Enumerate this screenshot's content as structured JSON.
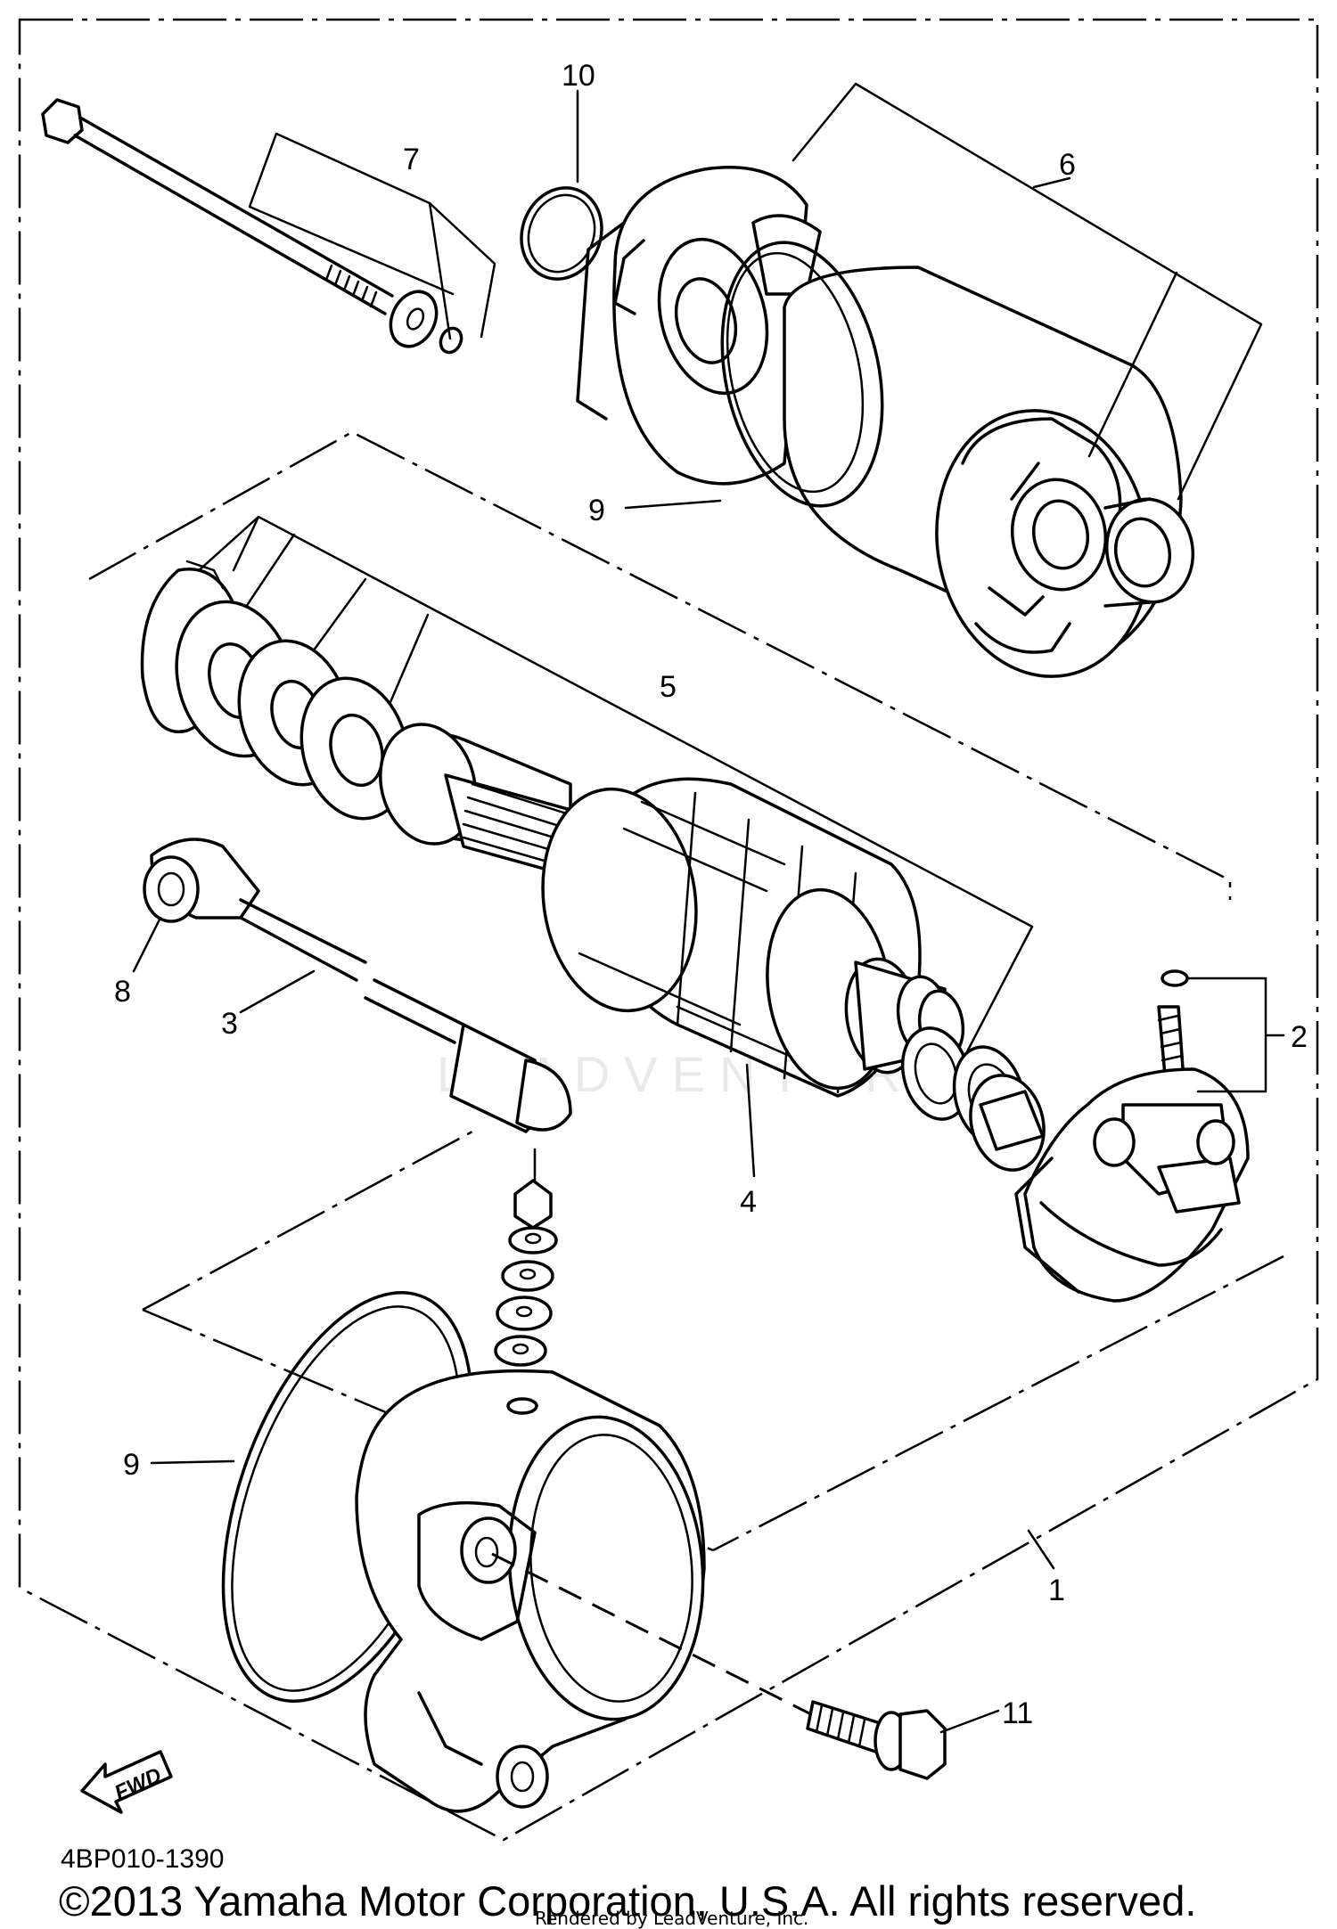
{
  "diagram": {
    "callouts": {
      "c1": "1",
      "c2": "2",
      "c3": "3",
      "c4": "4",
      "c5": "5",
      "c6": "6",
      "c7": "7",
      "c8": "8",
      "c9a": "9",
      "c9b": "9",
      "c10": "10",
      "c11": "11"
    },
    "direction_label": "FWD",
    "drawing_code": "4BP010-1390",
    "watermark": "LEADVENTURE",
    "copyright": "©2013 Yamaha Motor Corporation, U.S.A. All rights reserved.",
    "rendered_by": "Rendered by LeadVenture, Inc."
  }
}
